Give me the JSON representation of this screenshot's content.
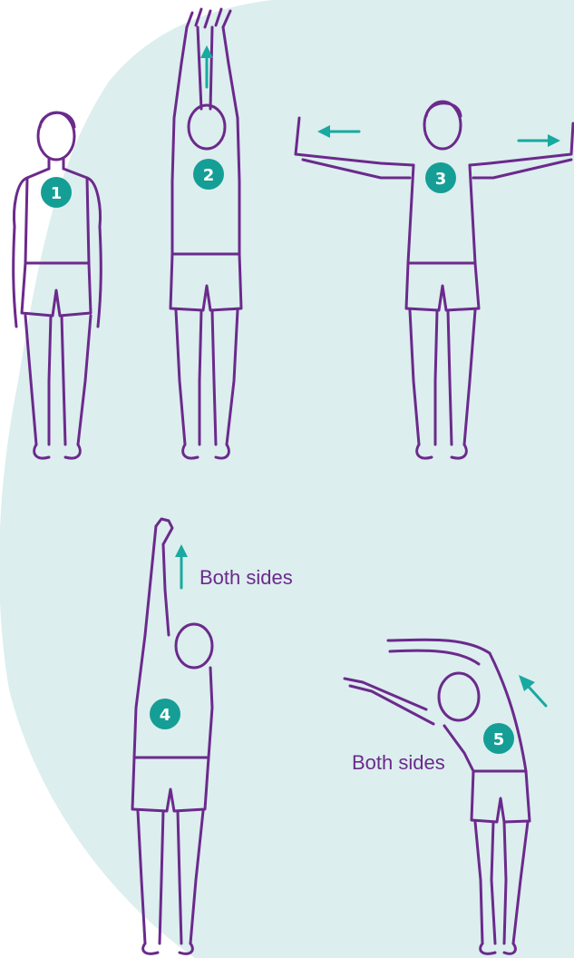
{
  "colors": {
    "background_blob": "#dceeee",
    "outline": "#6b2a8c",
    "accent": "#18a9a1",
    "badge_fill": "#159e95",
    "badge_text": "#ffffff"
  },
  "steps": [
    {
      "number": "1"
    },
    {
      "number": "2"
    },
    {
      "number": "3"
    },
    {
      "number": "4",
      "caption": "Both sides"
    },
    {
      "number": "5",
      "caption": "Both sides"
    }
  ]
}
